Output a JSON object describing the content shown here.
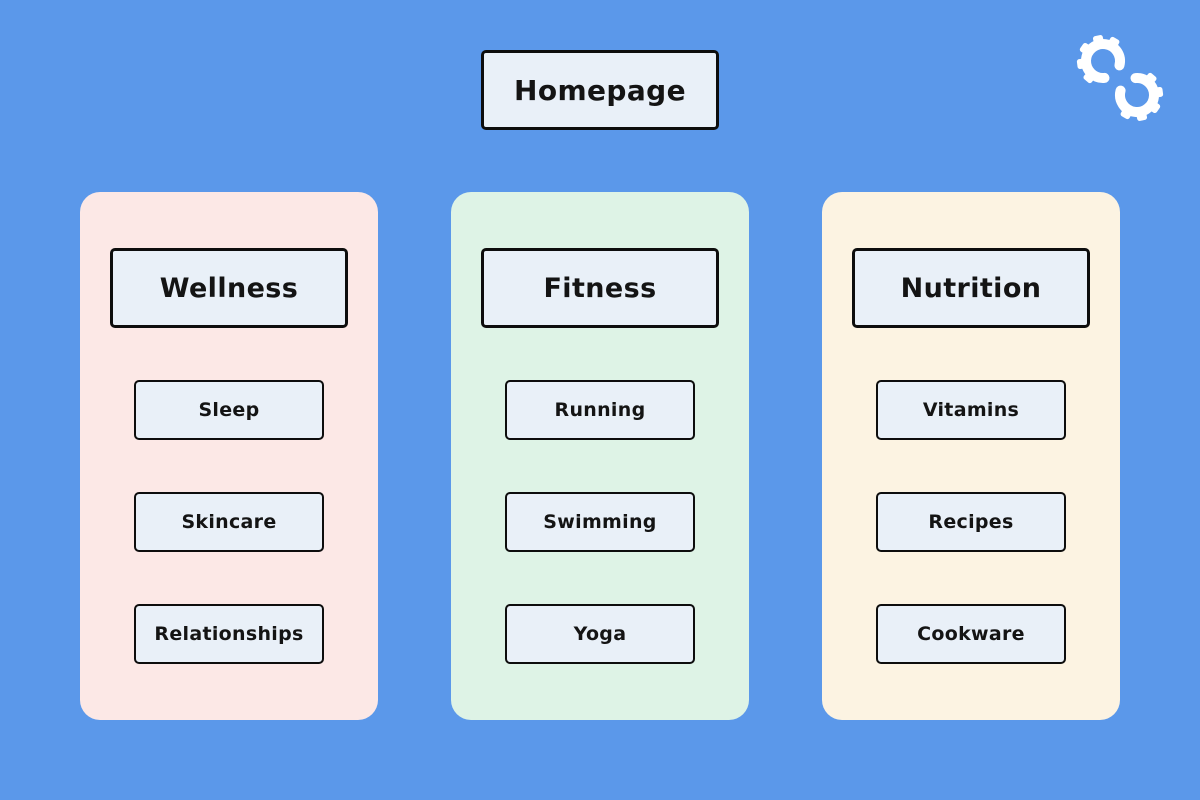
{
  "root_node": {
    "label": "Homepage"
  },
  "logo": {
    "name": "interlocking-gears-logo",
    "color": "#ffffff"
  },
  "columns": [
    {
      "id": "wellness",
      "label": "Wellness",
      "bg": "#fce8e6",
      "children": [
        "Sleep",
        "Skincare",
        "Relationships"
      ]
    },
    {
      "id": "fitness",
      "label": "Fitness",
      "bg": "#def3e6",
      "children": [
        "Running",
        "Swimming",
        "Yoga"
      ]
    },
    {
      "id": "nutrition",
      "label": "Nutrition",
      "bg": "#fcf3e2",
      "children": [
        "Vitamins",
        "Recipes",
        "Cookware"
      ]
    }
  ],
  "colors": {
    "canvas_background": "#5b98ea",
    "node_fill": "#e9f0f8",
    "node_border": "#0d0d0d",
    "text": "#141414"
  }
}
